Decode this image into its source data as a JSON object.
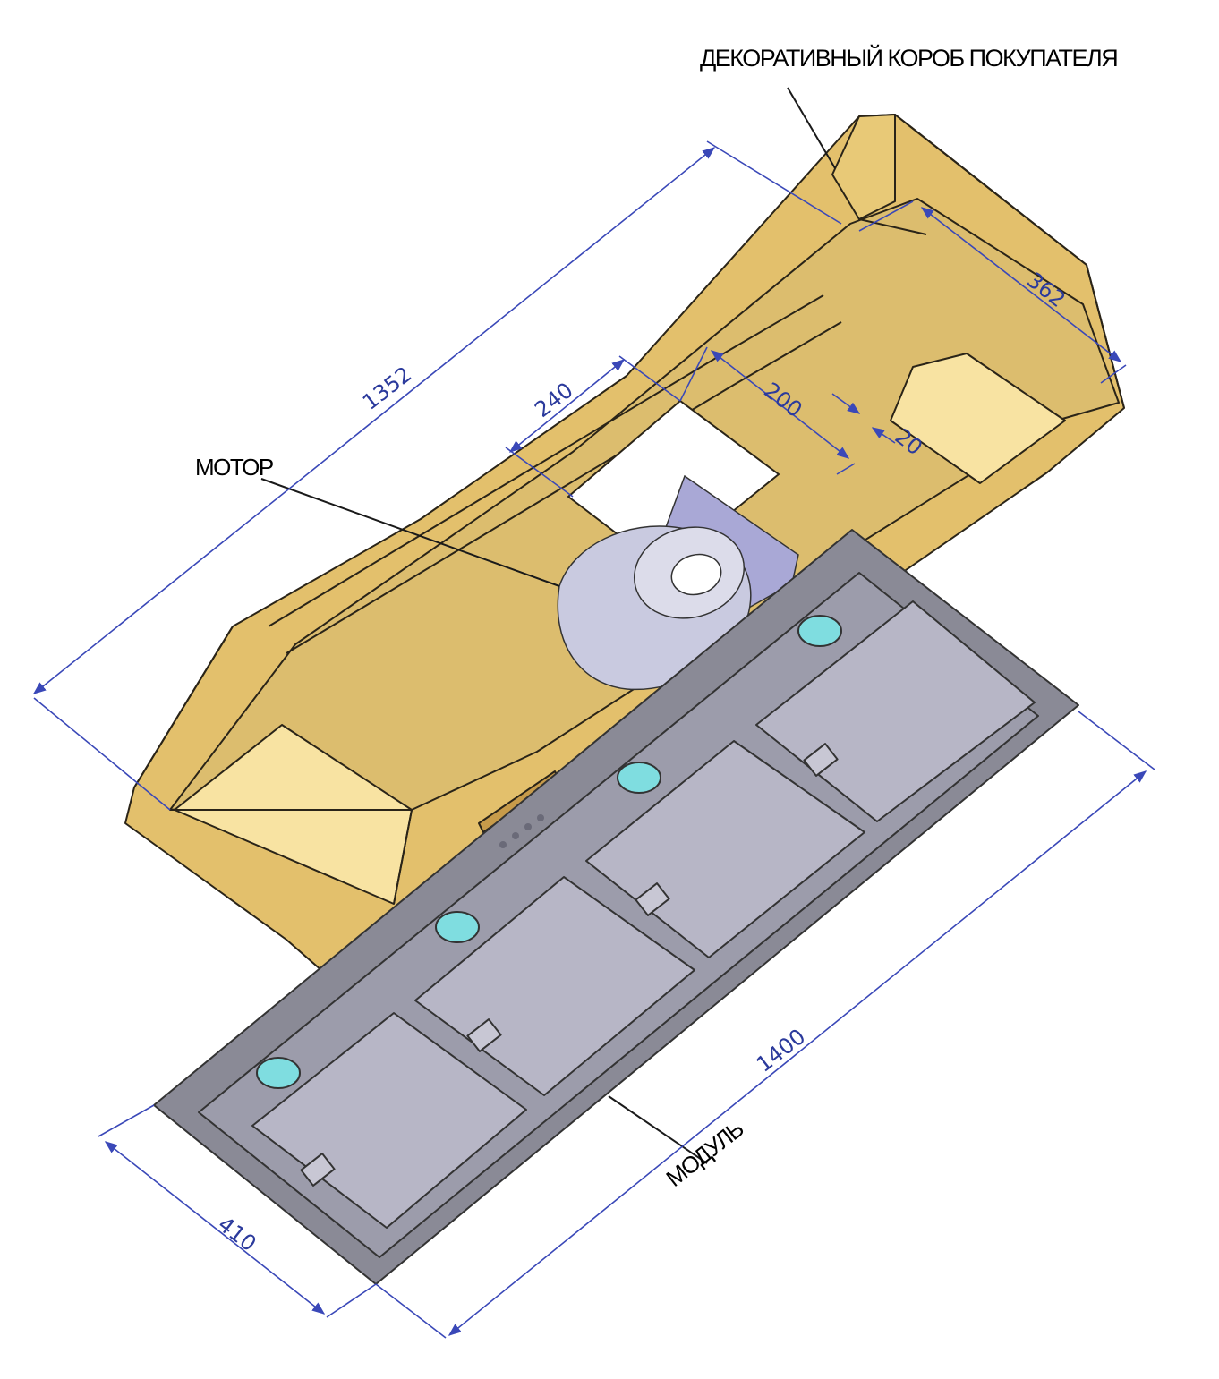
{
  "labels": {
    "box": "ДЕКОРАТИВНЫЙ КОРОБ ПОКУПАТЕЛЯ",
    "motor": "МОТОР",
    "module": "МОДУЛЬ"
  },
  "dimensions": {
    "box_length": "1352",
    "box_width": "362",
    "opening_length": "240",
    "opening_width": "200",
    "offset": "20",
    "module_length": "1400",
    "module_width": "410"
  },
  "colors": {
    "box_fill": "#e6c674",
    "box_light": "#f8e3a2",
    "box_edge": "#2a2418",
    "module_frame": "#8a8a96",
    "module_filter": "#b7b6c6",
    "lamp": "#7fdde0",
    "motor_housing": "#c9cae0",
    "dimension_line": "#3a48b8"
  }
}
